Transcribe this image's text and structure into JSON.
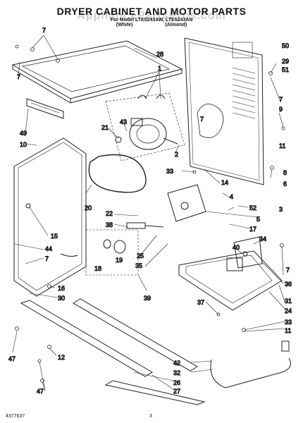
{
  "header": {
    "title": "DRYER CABINET AND MOTOR PARTS",
    "model_line": "For Model LTE5243AW, LTE5243AN",
    "color_white": "(White)",
    "color_almond": "(Almond)"
  },
  "watermark": "AppliancePartsPros.com",
  "footer": {
    "part_number": "4377637",
    "page": "3"
  },
  "callouts": {
    "c1": "1",
    "c2": "2",
    "c3": "3",
    "c4": "4",
    "c5": "5",
    "c6": "6",
    "c7": "7",
    "c8": "8",
    "c9": "9",
    "c10": "10",
    "c11": "11",
    "c12": "12",
    "c14": "14",
    "c15": "15",
    "c16": "16",
    "c17": "17",
    "c18": "18",
    "c19": "19",
    "c20": "20",
    "c21": "21",
    "c22": "22",
    "c24": "24",
    "c25": "25",
    "c26": "26",
    "c27": "27",
    "c28": "28",
    "c29": "29",
    "c30": "30",
    "c31": "31",
    "c32": "32",
    "c33": "33",
    "c34": "34",
    "c35": "35",
    "c36": "36",
    "c37": "37",
    "c38": "38",
    "c39": "39",
    "c40": "40",
    "c42": "42",
    "c43": "43",
    "c44": "44",
    "c47": "47",
    "c49": "49",
    "c50": "50",
    "c51": "51",
    "c52": "52"
  }
}
